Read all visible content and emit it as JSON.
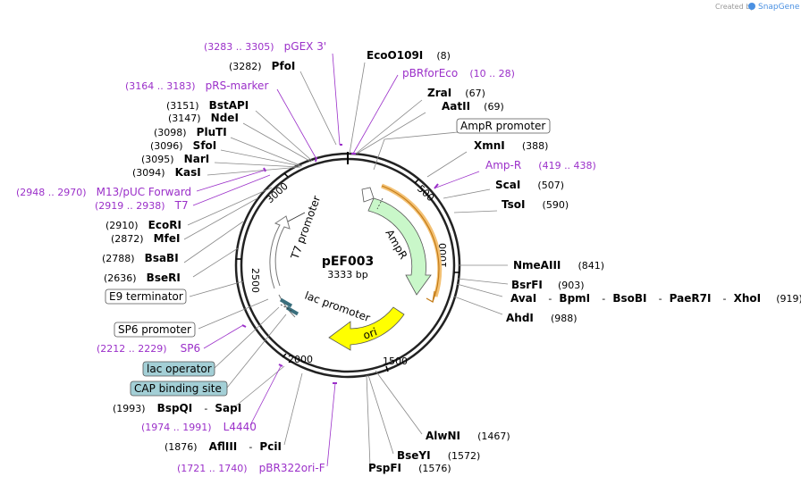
{
  "watermark": {
    "created_by": "Created by",
    "brand": "SnapGene"
  },
  "plasmid": {
    "name": "pEF003",
    "size": "3333 bp"
  },
  "ticks": [
    "500",
    "1000",
    "1500",
    "2000",
    "2500",
    "3000"
  ],
  "features": {
    "ampr": "AmpR",
    "ori": "ori",
    "t7_promoter": "T7 promoter",
    "lac_promoter": "lac promoter"
  },
  "labels": {
    "pgex3": {
      "range": "(3283 .. 3305)",
      "name": "pGEX 3'"
    },
    "pfoi": {
      "pos": "(3282)",
      "name": "PfoI"
    },
    "ecoo109i": {
      "name": "EcoO109I",
      "pos": "(8)"
    },
    "pbrforeco": {
      "name": "pBRforEco",
      "range": "(10 .. 28)"
    },
    "zrai": {
      "name": "ZraI",
      "pos": "(67)"
    },
    "aatii": {
      "name": "AatII",
      "pos": "(69)"
    },
    "ampr_promoter": "AmpR promoter",
    "xmni": {
      "name": "XmnI",
      "pos": "(388)"
    },
    "amp_r": {
      "name": "Amp-R",
      "range": "(419 .. 438)"
    },
    "scai": {
      "name": "ScaI",
      "pos": "(507)"
    },
    "tsoi": {
      "name": "TsoI",
      "pos": "(590)"
    },
    "prs_marker": {
      "range": "(3164 .. 3183)",
      "name": "pRS-marker"
    },
    "bstapi": {
      "pos": "(3151)",
      "name": "BstAPI"
    },
    "ndei": {
      "pos": "(3147)",
      "name": "NdeI"
    },
    "plutii": {
      "pos": "(3098)",
      "name": "PluTI"
    },
    "sfoi": {
      "pos": "(3096)",
      "name": "SfoI"
    },
    "nari": {
      "pos": "(3095)",
      "name": "NarI"
    },
    "kasi": {
      "pos": "(3094)",
      "name": "KasI"
    },
    "m13": {
      "range": "(2948 .. 2970)",
      "name": "M13/pUC Forward"
    },
    "t7": {
      "range": "(2919 .. 2938)",
      "name": "T7"
    },
    "ecori": {
      "pos": "(2910)",
      "name": "EcoRI"
    },
    "mfei": {
      "pos": "(2872)",
      "name": "MfeI"
    },
    "bsabi": {
      "pos": "(2788)",
      "name": "BsaBI"
    },
    "bseri": {
      "pos": "(2636)",
      "name": "BseRI"
    },
    "e9": "E9 terminator",
    "nmeaiii": {
      "name": "NmeAIII",
      "pos": "(841)"
    },
    "bsrfi": {
      "name": "BsrFI",
      "pos": "(903)"
    },
    "multi": {
      "ava": "AvaI",
      "bpm": "BpmI",
      "bso": "BsoBI",
      "pae": "PaeR7I",
      "xho": "XhoI",
      "dash": "-",
      "pos": "(919)"
    },
    "ahdi": {
      "name": "AhdI",
      "pos": "(988)"
    },
    "sp6_promoter": "SP6 promoter",
    "sp6": {
      "range": "(2212 .. 2229)",
      "name": "SP6"
    },
    "lac_operator": "lac operator",
    "cap": "CAP binding site",
    "bspqi": {
      "pos": "(1993)",
      "name": "BspQI",
      "dash": "-",
      "name2": "SapI"
    },
    "l4440": {
      "range": "(1974 .. 1991)",
      "name": "L4440"
    },
    "afliii": {
      "pos": "(1876)",
      "name": "AflIII",
      "dash": "-",
      "name2": "PciI"
    },
    "pbr322": {
      "range": "(1721 .. 1740)",
      "name": "pBR322ori-F"
    },
    "alwni": {
      "name": "AlwNI",
      "pos": "(1467)"
    },
    "bseyi": {
      "name": "BseYI",
      "pos": "(1572)"
    },
    "pspfi": {
      "name": "PspFI",
      "pos": "(1576)"
    }
  },
  "colors": {
    "ampr": "#c9f7c9",
    "ori": "#ffff00",
    "primer": "#9b30c9",
    "lac_box": "#a3cfd6",
    "highlight": "#f3c174"
  }
}
